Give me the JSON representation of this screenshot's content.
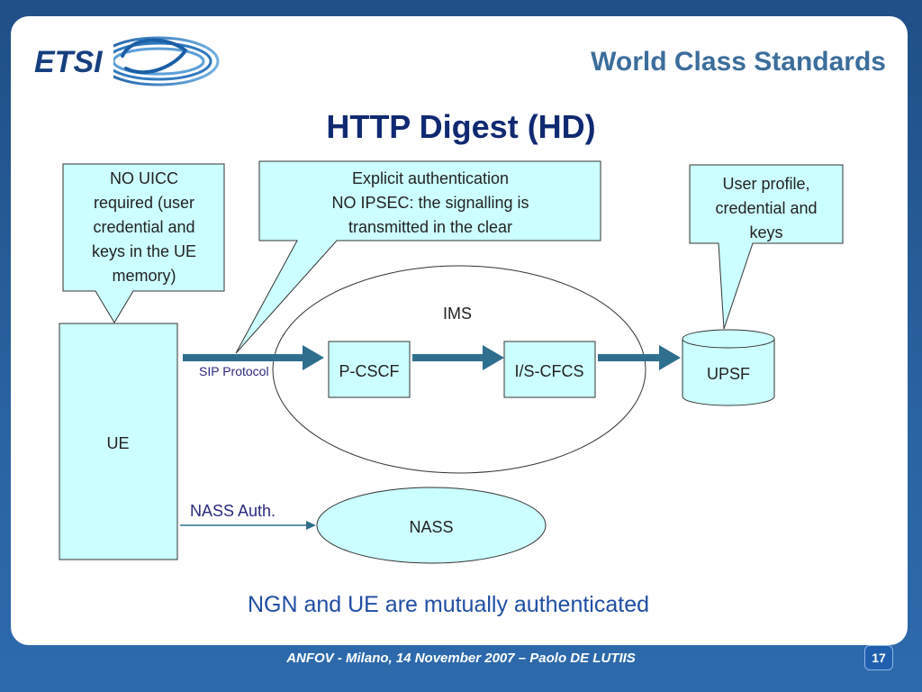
{
  "header": {
    "logo_text": "ETSI",
    "tagline": "World Class Standards"
  },
  "slide": {
    "title": "HTTP Digest (HD)",
    "conclusion": "NGN and UE are mutually authenticated"
  },
  "callouts": {
    "ue_note": [
      "NO UICC",
      "required (user",
      "credential and",
      "keys in the UE",
      "memory)"
    ],
    "auth_note": [
      "Explicit authentication",
      "NO IPSEC: the signalling is",
      "transmitted in the clear"
    ],
    "upsf_note": [
      "User profile,",
      "credential and",
      "keys"
    ]
  },
  "nodes": {
    "ue": "UE",
    "ims": "IMS",
    "pcscf": "P-CSCF",
    "iscfcs": "I/S-CFCS",
    "upsf": "UPSF",
    "nass": "NASS"
  },
  "edges": {
    "sip": "SIP Protocol",
    "nass_auth": "NASS Auth."
  },
  "footer": {
    "text": "ANFOV - Milano, 14 November 2007 – Paolo DE LUTIIS",
    "page_number": "17"
  },
  "colors": {
    "box_fill": "#ccffff",
    "arrow": "#2e6f8e",
    "title": "#102a72",
    "conclusion": "#1f4ea3"
  }
}
